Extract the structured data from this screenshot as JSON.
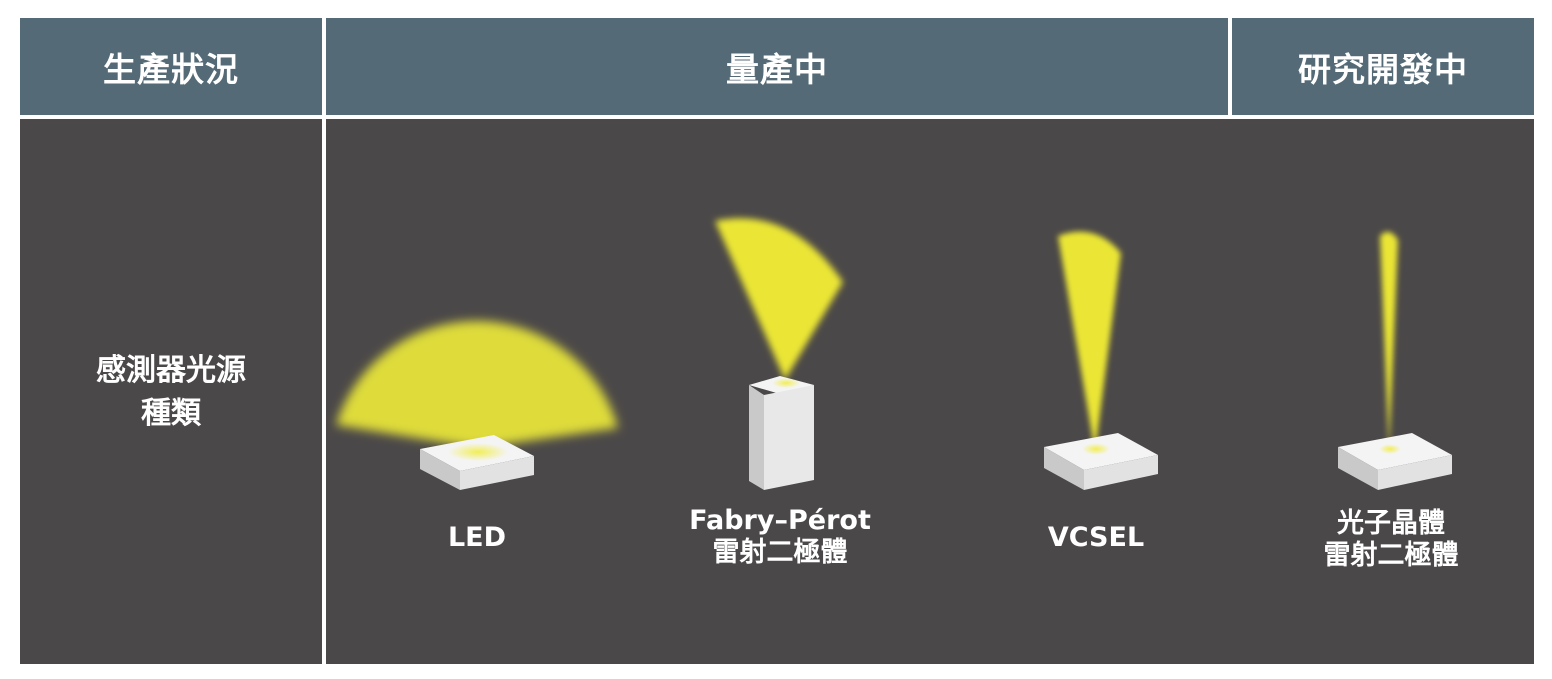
{
  "header": {
    "status_label": "生產狀況",
    "mass_production": "量產中",
    "in_development": "研究開發中"
  },
  "row": {
    "label_line1": "感測器光源",
    "label_line2": "種類"
  },
  "sources": [
    {
      "line1": "LED",
      "line2": ""
    },
    {
      "line1": "Fabry–Pérot",
      "line2": "雷射二極體"
    },
    {
      "line1": "VCSEL",
      "line2": ""
    },
    {
      "line1": "光子晶體",
      "line2": "雷射二極體"
    }
  ],
  "colors": {
    "header_bg": "#546a76",
    "body_bg": "#4b4849",
    "beam": "#ebe635",
    "chip": "#e8e8e8"
  },
  "icons": [
    "led-chip-icon",
    "fabry-perot-chip-icon",
    "vcsel-chip-icon",
    "photonic-crystal-chip-icon"
  ]
}
